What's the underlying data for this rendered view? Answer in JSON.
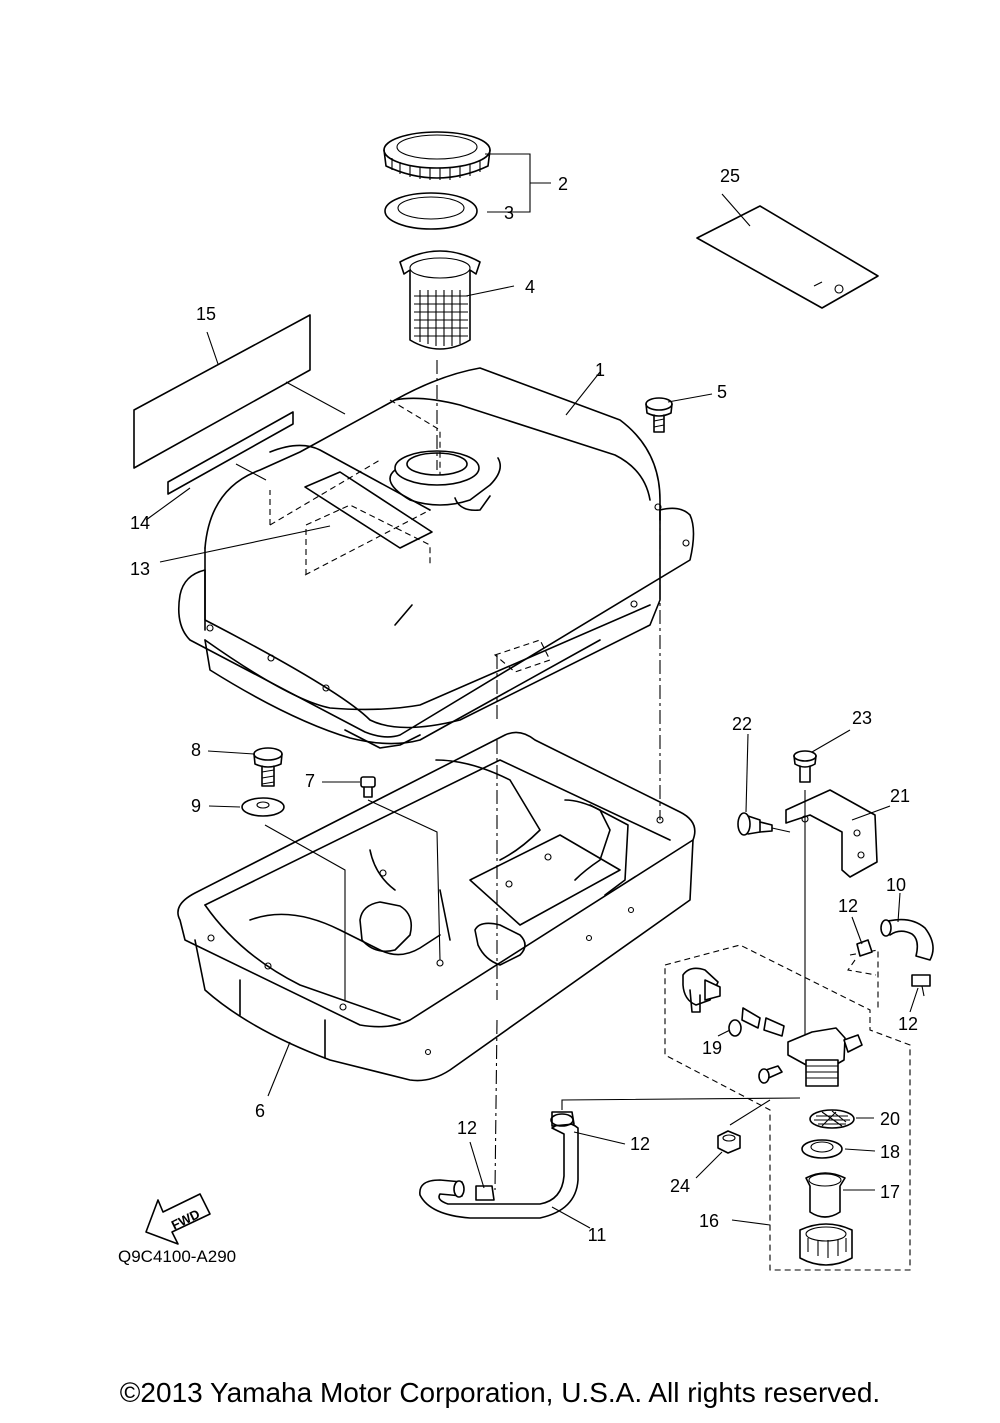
{
  "diagram": {
    "part_code": "Q9C4100-A290",
    "fwd_label": "FWD",
    "copyright": "©2013 Yamaha Motor Corporation, U.S.A. All rights reserved.",
    "callouts": [
      "1",
      "2",
      "3",
      "4",
      "5",
      "6",
      "7",
      "8",
      "9",
      "10",
      "11",
      "12",
      "12",
      "12",
      "12",
      "13",
      "14",
      "15",
      "16",
      "17",
      "18",
      "19",
      "20",
      "21",
      "22",
      "23",
      "24",
      "25"
    ]
  }
}
